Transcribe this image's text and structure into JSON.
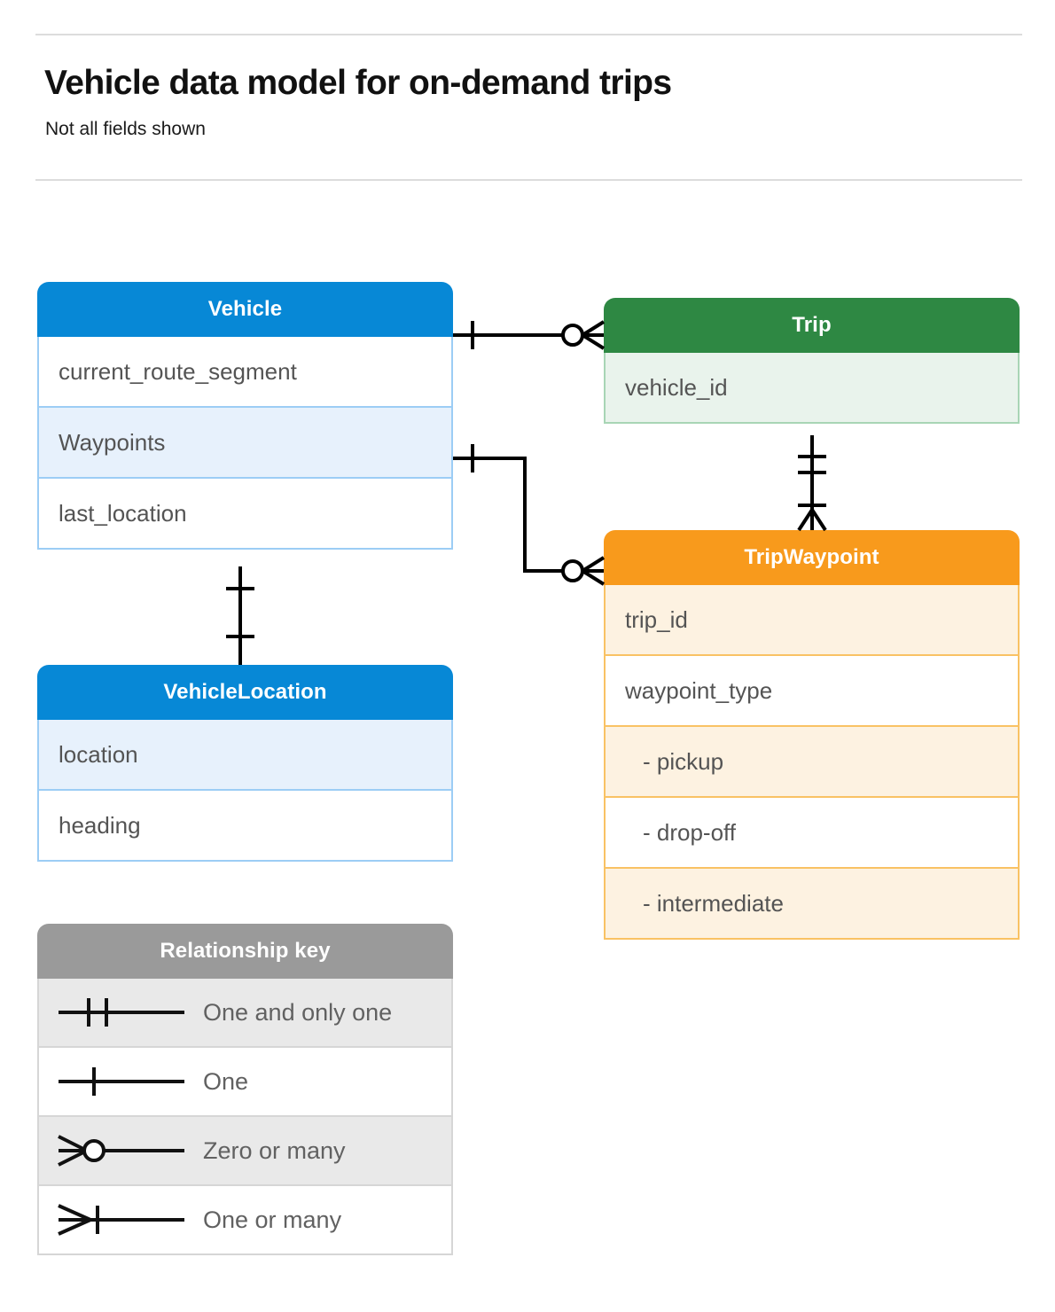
{
  "header": {
    "title": "Vehicle data model for on-demand trips",
    "subtitle": "Not all fields shown"
  },
  "colors": {
    "blue": "#0788d6",
    "blue_row": "#e7f1fc",
    "blue_border": "#9ccdf5",
    "green": "#2e8843",
    "green_row": "#e9f3ec",
    "green_border": "#a8d5b5",
    "orange": "#f89a1c",
    "orange_row": "#fdf2e1",
    "orange_border": "#f9c264",
    "gray": "#9a9a9a",
    "gray_row": "#e9e9e9",
    "divider": "#dcdcdc",
    "field_text": "#545454",
    "connector": "#000000"
  },
  "entities": [
    {
      "name": "Vehicle",
      "color": "blue",
      "fields": [
        {
          "label": "current_route_segment"
        },
        {
          "label": "Waypoints"
        },
        {
          "label": "last_location"
        }
      ]
    },
    {
      "name": "VehicleLocation",
      "color": "blue",
      "fields": [
        {
          "label": "location"
        },
        {
          "label": "heading"
        }
      ]
    },
    {
      "name": "Trip",
      "color": "green",
      "fields": [
        {
          "label": "vehicle_id"
        }
      ]
    },
    {
      "name": "TripWaypoint",
      "color": "orange",
      "fields": [
        {
          "label": "trip_id"
        },
        {
          "label": "waypoint_type"
        },
        {
          "label": "-  pickup"
        },
        {
          "label": "-  drop-off"
        },
        {
          "label": "-  intermediate"
        }
      ]
    }
  ],
  "legend": {
    "title": "Relationship key",
    "items": [
      {
        "symbol": "one-and-only-one",
        "label": "One and only one"
      },
      {
        "symbol": "one",
        "label": "One"
      },
      {
        "symbol": "zero-or-many",
        "label": "Zero or many"
      },
      {
        "symbol": "one-or-many",
        "label": "One or many"
      }
    ]
  },
  "relationships": [
    {
      "from": "Vehicle",
      "from_cardinality": "one",
      "to": "Trip",
      "to_cardinality": "zero-or-many"
    },
    {
      "from": "Vehicle.Waypoints",
      "from_cardinality": "one",
      "to": "TripWaypoint",
      "to_cardinality": "zero-or-many"
    },
    {
      "from": "Trip",
      "from_cardinality": "one-and-only-one",
      "to": "TripWaypoint",
      "to_cardinality": "one-or-many"
    },
    {
      "from": "Vehicle",
      "from_cardinality": "one",
      "to": "VehicleLocation",
      "to_cardinality": "one"
    }
  ]
}
